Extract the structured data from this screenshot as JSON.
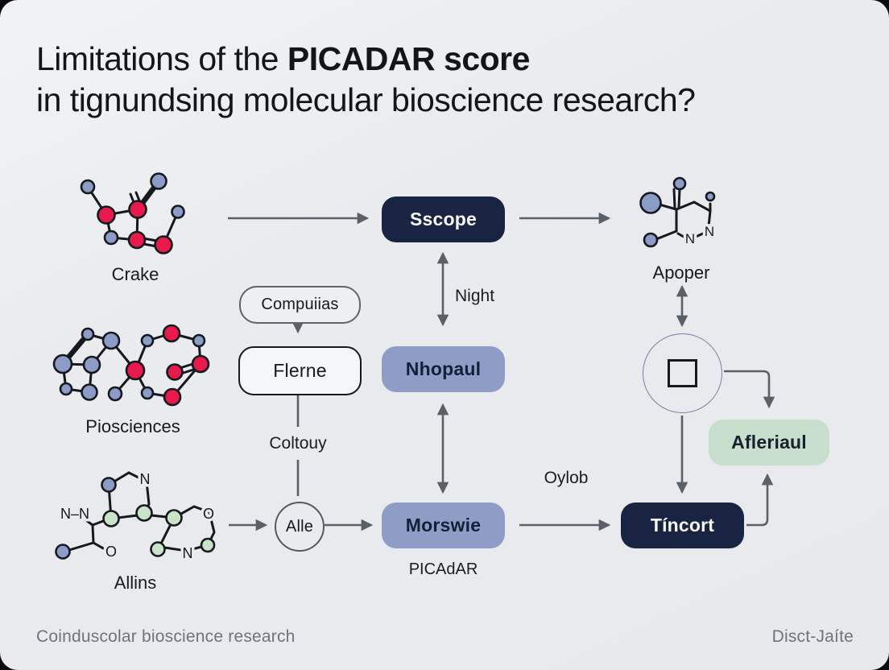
{
  "title": {
    "line1_regular": "Limitations of the ",
    "line1_bold": "PICADAR score",
    "line2": "in tignundsing molecular bioscience research?"
  },
  "diagram": {
    "nodes": {
      "sscope": "Sscope",
      "compuiias": "Compuiias",
      "flerne": "Flerne",
      "nhopaul": "Nhopaul",
      "morswie": "Morswie",
      "tincort": "Tíncort",
      "afleriaul": "Afleriaul",
      "alle": "Alle"
    },
    "edge_labels": {
      "night": "Night",
      "coltouy": "Coltouy",
      "oylob": "Oylob",
      "picadar": "PICAdAR"
    },
    "molecules": {
      "crake": {
        "label": "Crake"
      },
      "piosciences": {
        "label": "Piosciences"
      },
      "allins": {
        "label": "Allins",
        "atoms": {
          "n_top": "N",
          "n_n": "N–N",
          "o_right": "O",
          "o_bottom": "O",
          "n_bottom": "N"
        }
      },
      "apoper": {
        "label": "Apoper",
        "atoms": {
          "n_bottom": "N",
          "n_right": "N"
        }
      }
    }
  },
  "footer": {
    "left": "Coinduscolar bioscience research",
    "right": "Disct-Jaíte"
  },
  "colors": {
    "card_background": "#E9EBEE",
    "navy_box": "#182441",
    "periwinkle_box": "#8D9DC5",
    "green_box": "#C7DFCC",
    "arrow_gray": "#5A6067",
    "red_atom": "#E8194B",
    "blue_atom": "#8B9CC6",
    "green_atom": "#C9E3C9"
  }
}
